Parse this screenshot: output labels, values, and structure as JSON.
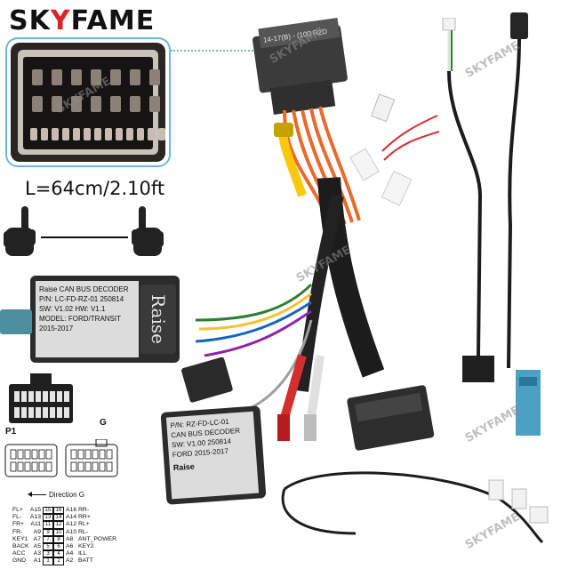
{
  "brand": {
    "prefix": "SK",
    "accent": "Y",
    "suffix": "FAME"
  },
  "measure": {
    "text": "L=64cm/2.10ft"
  },
  "connector_label": "14-17(B) - (100 R2D",
  "decoder_top": {
    "brand": "Raise",
    "label_lines": [
      "Raise CAN BUS DECODER",
      "P/N: LC-FD-RZ-01  250814",
      "SW: V1.02  HW: V1.1",
      "MODEL: FORD/TRANSIT 2015-2017"
    ]
  },
  "decoder_bottom": {
    "brand": "Raise",
    "label_lines": [
      "P/N: RZ-FD-LC-01",
      "CAN BUS DECODER",
      "SW: V1.00  250814",
      "FORD 2015-2017"
    ]
  },
  "plug_label": "P1",
  "socket_label": "G",
  "direction_label": "Direction G",
  "pinout": {
    "rows": [
      {
        "lname": "FL+",
        "lcode": "A15",
        "l": "15",
        "r": "16",
        "rcode": "A16",
        "rname": "RR-"
      },
      {
        "lname": "FL-",
        "lcode": "A13",
        "l": "13",
        "r": "14",
        "rcode": "A14",
        "rname": "RR+"
      },
      {
        "lname": "FR+",
        "lcode": "A11",
        "l": "11",
        "r": "12",
        "rcode": "A12",
        "rname": "RL+"
      },
      {
        "lname": "FR-",
        "lcode": "A9",
        "l": "9",
        "r": "10",
        "rcode": "A10",
        "rname": "RL-"
      },
      {
        "lname": "KEY1",
        "lcode": "A7",
        "l": "7",
        "r": "8",
        "rcode": "A8",
        "rname": "ANT_POWER"
      },
      {
        "lname": "BACK",
        "lcode": "A5",
        "l": "5",
        "r": "6",
        "rcode": "A6",
        "rname": "KEY2"
      },
      {
        "lname": "ACC",
        "lcode": "A3",
        "l": "3",
        "r": "4",
        "rcode": "A4",
        "rname": "ILL"
      },
      {
        "lname": "GND",
        "lcode": "A1",
        "l": "1",
        "r": "2",
        "rcode": "A2",
        "rname": "BATT"
      }
    ]
  },
  "watermarks": [
    "SKYFAME",
    "SKYFAME",
    "SKYFAME",
    "SKYFAME",
    "SKYFAME",
    "SKYFAME"
  ],
  "colors": {
    "accent": "#d8262b",
    "frame": "#6fb6d6",
    "connector": "#2b2624"
  }
}
